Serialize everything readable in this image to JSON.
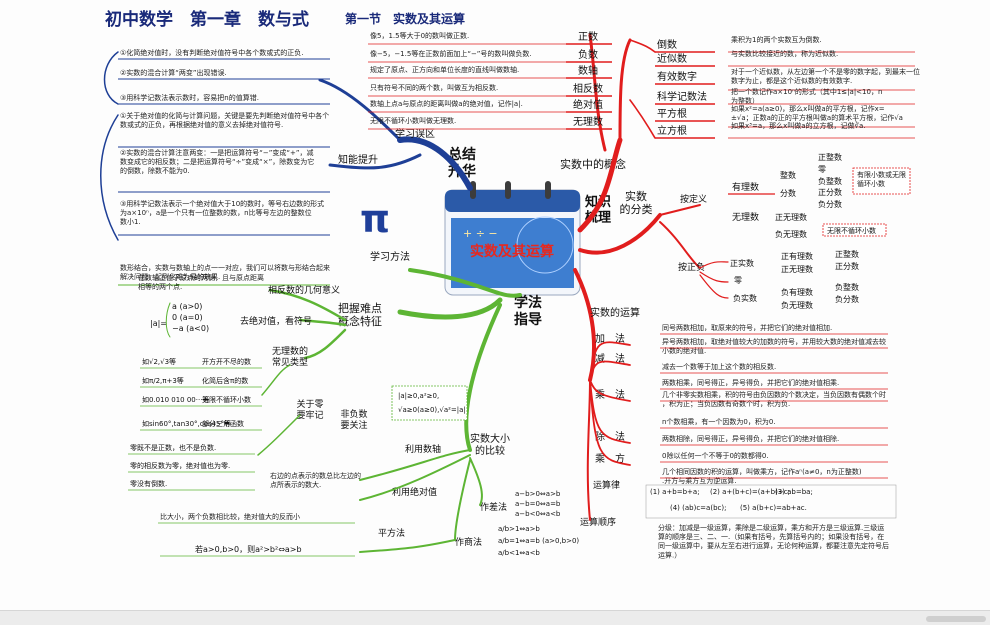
{
  "title": {
    "main": "初中数学　第一章　数与式",
    "section": "第一节　实数及其运算"
  },
  "center": {
    "label": "实数及其运算"
  },
  "branches": {
    "summary": "总结\n升华",
    "concepts": "实数中的概念",
    "structure": "知识\n梳理",
    "methods": "学法\n指导"
  },
  "concepts": {
    "items": [
      {
        "label": "正数",
        "desc": "像5，1.5等大于0的数叫做正数."
      },
      {
        "label": "负数",
        "desc": "像−5，−1.5等在正数前面加上“−”号的数叫做负数."
      },
      {
        "label": "数轴",
        "desc": "规定了原点、正方向和单位长度的直线叫做数轴."
      },
      {
        "label": "相反数",
        "desc": "只有符号不同的两个数，叫做互为相反数."
      },
      {
        "label": "绝对值",
        "desc": "数轴上点a与原点的距离叫做a的绝对值，记作|a|."
      },
      {
        "label": "无理数",
        "desc": "无限不循环小数叫做无理数."
      }
    ],
    "right": [
      {
        "label": "倒数",
        "desc": "乘积为1的两个实数互为倒数."
      },
      {
        "label": "近似数",
        "desc": "与实数比较接近的数，称为近似数."
      },
      {
        "label": "有效数字",
        "desc": "对于一个近似数，从左边第一个不是零的数字起，到最末一位数字为止，都是这个近似数的有效数字."
      },
      {
        "label": "科学记数法",
        "desc": "把一个数记作a×10ⁿ的形式（其中1≤|a|<10，n为整数）"
      },
      {
        "label": "平方根",
        "desc": "如果x²=a(a≥0)，那么x叫做a的平方根，记作x=±√a；正数a的正的平方根叫做a的算术平方根，记作√a."
      },
      {
        "label": "立方根",
        "desc": "如果x³=a，那么x叫做a的立方根，记做∛a."
      }
    ]
  },
  "classify": {
    "label": "实数\n的分类",
    "by_definition": "按定义",
    "rational": "有理数",
    "integer": "整数",
    "int_items": [
      "正整数",
      "零",
      "负整数"
    ],
    "fraction": "分数",
    "frac_items": [
      "正分数",
      "负分数"
    ],
    "note1": "有限小数或无限循环小数",
    "irrational": "无理数",
    "irr_items": [
      "正无理数",
      "负无理数"
    ],
    "note2": "无限不循环小数",
    "by_sign": "按正负",
    "positive": "正实数",
    "pos_items": [
      "正有理数",
      "正无理数"
    ],
    "pos_leaf": [
      "正整数",
      "正分数"
    ],
    "zero": "零",
    "negative": "负实数",
    "neg_items": [
      "负有理数",
      "负无理数"
    ],
    "neg_leaf": [
      "负整数",
      "负分数"
    ]
  },
  "operations": {
    "label": "实数的运算",
    "items": [
      {
        "label": "加　法",
        "desc": "同号两数相加，取原来的符号，并把它们的绝对值相加."
      },
      {
        "label": "",
        "desc": "异号两数相加，取绝对值较大的加数的符号，并用较大数的绝对值减去较小数的绝对值."
      },
      {
        "label": "减　法",
        "desc": "减去一个数等于加上这个数的相反数."
      },
      {
        "label": "乘　法",
        "desc": "两数相乘，同号得正，异号得负，并把它们的绝对值相乘."
      },
      {
        "label": "",
        "desc": "几个非零实数相乘，积的符号由负因数的个数决定，当负因数有偶数个时，积为正；当负因数有奇数个时，积为负."
      },
      {
        "label": "",
        "desc": "n个数相乘，有一个因数为0，积为0."
      },
      {
        "label": "除　法",
        "desc": "两数相除，同号得正，异号得负，并把它们的绝对值相除."
      },
      {
        "label": "",
        "desc": "0除以任何一个不等于0的数都得0."
      },
      {
        "label": "乘　方",
        "desc": "几个相同因数的积的运算，叫做乘方，记作aⁿ(a≠0，n为正整数).开方与乘方互为逆运算."
      }
    ],
    "laws_label": "运算律",
    "laws": [
      "(1) a+b=b+a;",
      "(2) a+(b+c)=(a+b)+c;",
      "(3) ab=ba;",
      "(4) (ab)c=a(bc);",
      "(5) a(b+c)=ab+ac."
    ],
    "order_label": "运算顺序",
    "order_desc": "分级：加减是一级运算，乘除是二级运算，乘方和开方是三级运算.三级运算的顺序是三、二、一.（如果有括号，先算括号内的；如果没有括号，在同一级运算中，要从左至右进行运算，无论何种运算，都要注意先定符号后运算.）"
  },
  "summary": {
    "errors_label": "学习误区",
    "errors": [
      "①化简绝对值时，没有判断绝对值符号中各个数或式的正负.",
      "②实数的混合计算“两变”出现错误.",
      "③用科学记数法表示数时，容易把n的值算错."
    ],
    "ability_label": "知能提升",
    "ability": [
      "①关于绝对值的化简与计算问题，关键是要先判断绝对值符号中各个数或式的正负，再根据绝对值的意义去掉绝对值符号.",
      "②实数的混合计算注意两变：一是把运算符号“−”变成“+”，减数变成它的相反数；二是把运算符号“÷”变成“×”，除数变为它的倒数，除数不能为0.",
      "③用科学记数法表示一个绝对值大于10的数时，等号右边数的形式为a×10ⁿ，a是一个只有一位整数的数，n比等号左边的整数位数小1."
    ]
  },
  "methods": {
    "study_label": "学习方法",
    "study_desc": "数形结合，实数与数轴上的点一一对应，我们可以将数与形结合起来解决问题，起到化难为易的效果.",
    "key_label": "把握难点\n概念特征",
    "geo_label": "相反数的几何意义",
    "geo_desc": "在数轴上位于原点的两侧，且与原点距离相等的两个点.",
    "abs_label": "去绝对值，看符号",
    "abs_cases": [
      "a (a>0)",
      "0 (a=0)",
      "−a (a<0)"
    ],
    "abs_lhs": "|a|=",
    "irr_label": "无理数的\n常见类型",
    "irr_types": [
      {
        "eg": "如√2,√3等",
        "desc": "开方开不尽的数"
      },
      {
        "eg": "如π/2,π+3等",
        "desc": "化简后含π的数"
      },
      {
        "eg": "如0.010 010 00···等",
        "desc": "无限不循环小数"
      },
      {
        "eg": "如sin60°,tan30°,cos45°等",
        "desc": "部分三角函数"
      }
    ],
    "zero_label": "关于零\n要牢记",
    "nonneg_label": "非负数\n要关注",
    "nonneg_box": [
      "|a|≥0,a²≥0,",
      "√a≥0(a≥0),√a²=|a|"
    ],
    "zero_facts": [
      "零既不是正数，也不是负数.",
      "零的相反数为零，绝对值也为零.",
      "零没有倒数."
    ],
    "compare_label": "实数大小\n的比较",
    "use_axis_label": "利用数轴",
    "use_axis_desc": "右边的点表示的数总比左边的点所表示的数大.",
    "use_abs_label": "利用绝对值",
    "use_abs_desc": "比大小，两个负数相比较，绝对值大的反而小",
    "diff_label": "作差法",
    "diff_rules": [
      "a−b>0⇔a>b",
      "a−b=0⇔a=b",
      "a−b<0⇔a<b"
    ],
    "ratio_label": "作商法",
    "ratio_rules": [
      "a/b>1⇔a>b",
      "a/b=1⇔a=b (a>0,b>0)",
      "a/b<1⇔a<b"
    ],
    "square_label": "平方法",
    "square_desc": "若a>0,b>0，则a²>b²⇔a>b"
  },
  "colors": {
    "concepts": "#e11d1d",
    "summary": "#1e3f96",
    "methods": "#5db534",
    "title": "#1a2a7a",
    "center_frame": "#2b5aa8"
  }
}
